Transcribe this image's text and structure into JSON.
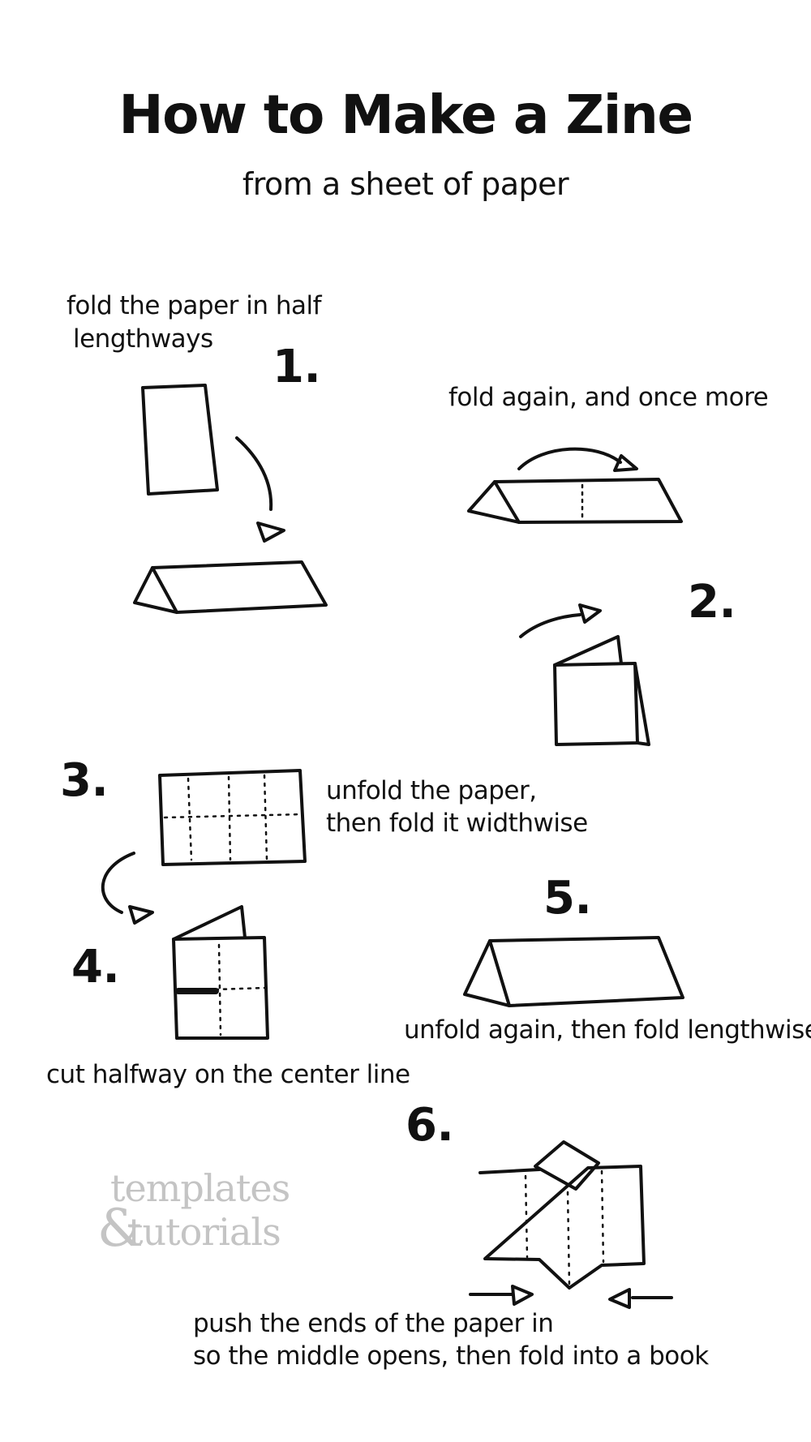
{
  "title": "How to Make a Zine",
  "subtitle": "from a sheet of paper",
  "steps": [
    {
      "number": "1.",
      "instruction_line1": "fold the paper in half",
      "instruction_line2": "lengthways"
    },
    {
      "number": "2.",
      "instruction": "fold again, and once more"
    },
    {
      "number": "3.",
      "instruction_line1": "unfold the paper,",
      "instruction_line2": "then fold it widthwise"
    },
    {
      "number": "4.",
      "instruction": "cut halfway on the center line"
    },
    {
      "number": "5.",
      "instruction": "unfold again, then fold lengthwise"
    },
    {
      "number": "6.",
      "instruction_line1": "push the ends of the paper in",
      "instruction_line2": "so the middle opens, then fold into a book"
    }
  ],
  "watermark": {
    "line1": "templates",
    "line2": "tutorials",
    "ampersand": "&"
  },
  "colors": {
    "ink": "#111111",
    "watermark": "#c4c4c4",
    "background": "#ffffff"
  }
}
